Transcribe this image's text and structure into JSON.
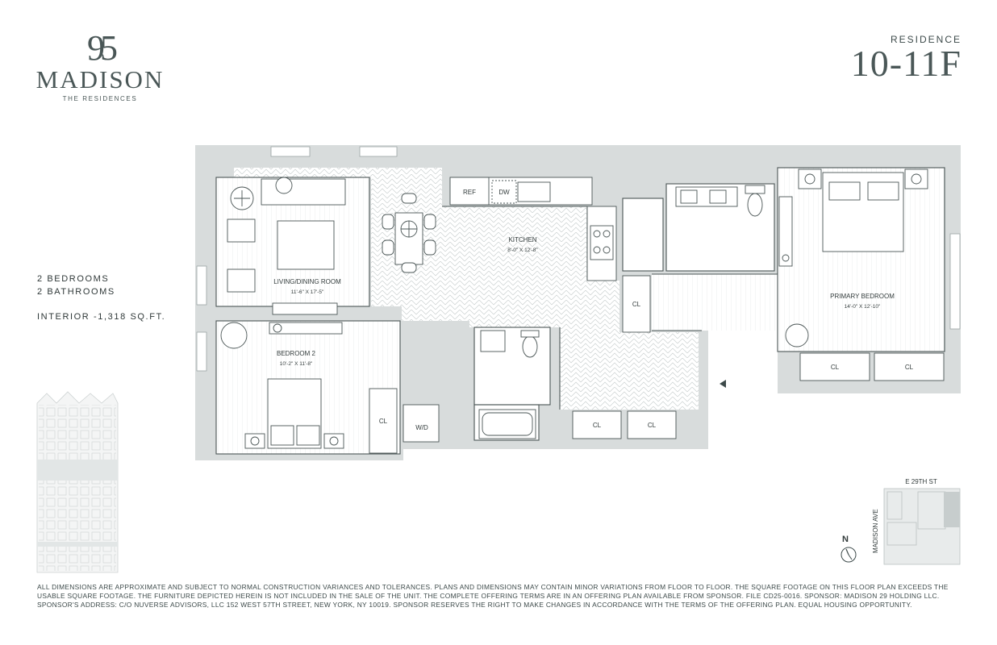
{
  "logo": {
    "number": "95",
    "name": "MADISON",
    "subtitle": "THE RESIDENCES"
  },
  "residence": {
    "label": "RESIDENCE",
    "number": "10-11F"
  },
  "specs": {
    "bedrooms": "2 BEDROOMS",
    "bathrooms": "2 BATHROOMS",
    "interior": "INTERIOR -1,318 SQ.FT."
  },
  "rooms": {
    "living": {
      "name": "LIVING/DINING ROOM",
      "dims": "11'-6\" X 17'-5\""
    },
    "kitchen": {
      "name": "KITCHEN",
      "dims": "8'-0\" X 12'-8\""
    },
    "primary": {
      "name": "PRIMARY BEDROOM",
      "dims": "14'-0\" X 12'-10\""
    },
    "bedroom2": {
      "name": "BEDROOM 2",
      "dims": "10'-2\" X 11'-8\""
    }
  },
  "fixtures": {
    "ref": "REF",
    "dw": "DW",
    "wd": "W/D",
    "cl": "CL"
  },
  "keyplan": {
    "street": "E 29TH ST",
    "avenue": "MADISON AVE",
    "north": "N"
  },
  "colors": {
    "wall": "#d8dcdc",
    "ink": "#3d4a4a",
    "highlight": "#c7cdcd"
  },
  "disclaimer": "ALL DIMENSIONS ARE APPROXIMATE AND SUBJECT TO NORMAL CONSTRUCTION VARIANCES AND TOLERANCES. PLANS AND DIMENSIONS MAY CONTAIN MINOR VARIATIONS FROM FLOOR TO FLOOR. THE SQUARE FOOTAGE ON THIS FLOOR PLAN EXCEEDS THE USABLE SQUARE FOOTAGE. THE FURNITURE DEPICTED HEREIN IS NOT INCLUDED IN THE SALE OF THE UNIT. THE COMPLETE OFFERING TERMS ARE IN AN OFFERING PLAN AVAILABLE FROM SPONSOR. FILE CD25-0016. SPONSOR: MADISON 29 HOLDING LLC. SPONSOR'S ADDRESS: C/O NUVERSE ADVISORS, LLC 152 WEST 57TH STREET, NEW YORK, NY 10019. SPONSOR RESERVES THE RIGHT TO MAKE CHANGES IN ACCORDANCE WITH THE TERMS OF THE OFFERING PLAN. EQUAL HOUSING OPPORTUNITY."
}
